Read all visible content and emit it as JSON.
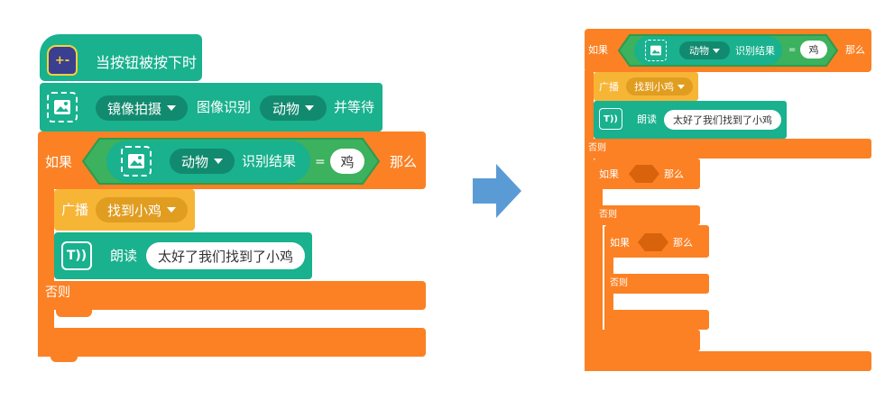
{
  "colors": {
    "event_teal": "#19b18e",
    "control_orange": "#fb8124",
    "broadcast_yellow": "#f7b536",
    "arrow_blue": "#5b9bd5"
  },
  "left": {
    "hat_label": "当按钮被按下时",
    "camera_dropdown": "镜像拍摄",
    "image_recognition_label": "图像识别",
    "category_dropdown": "动物",
    "wait_label": "并等待",
    "if_label": "如果",
    "cond_category": "动物",
    "cond_result_label": "识别结果",
    "cond_equals": "=",
    "cond_value": "鸡",
    "then_label": "那么",
    "broadcast_label": "广播",
    "broadcast_message": "找到小鸡",
    "speak_label": "朗读",
    "speak_text": "太好了我们找到了小鸡",
    "else_label": "否则"
  },
  "right": {
    "if_label": "如果",
    "cond_category": "动物",
    "cond_result_label": "识别结果",
    "cond_equals": "=",
    "cond_value": "鸡",
    "then_label": "那么",
    "broadcast_label": "广播",
    "broadcast_message": "找到小鸡",
    "speak_label": "朗读",
    "speak_text": "太好了我们找到了小鸡",
    "else_label": "否则",
    "inner_if_label": "如果",
    "inner_then_label": "那么",
    "inner_else_label": "否则",
    "inner2_if_label": "如果",
    "inner2_then_label": "那么",
    "inner2_else_label": "否则"
  }
}
